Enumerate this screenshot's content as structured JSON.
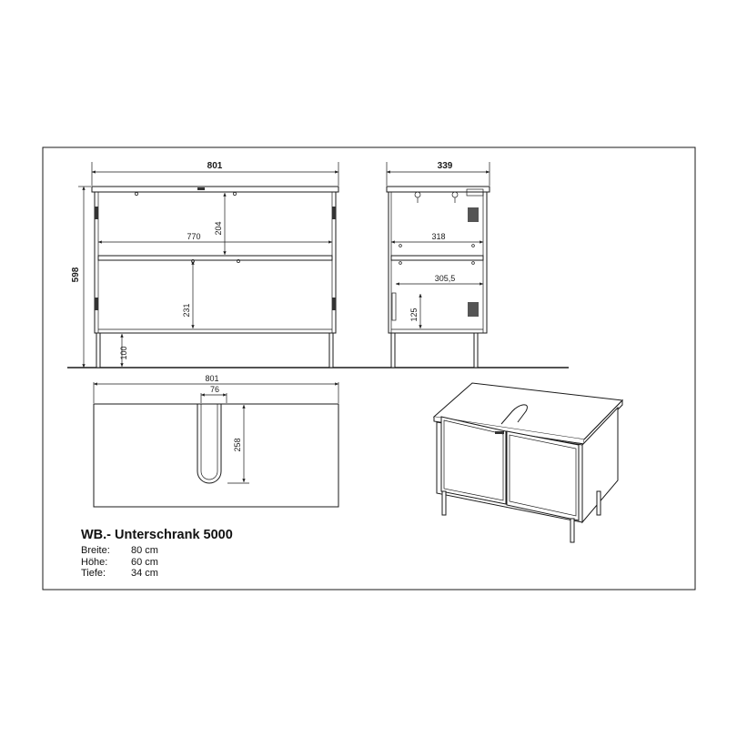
{
  "product": {
    "title": "WB.- Unterschrank 5000",
    "specs": [
      {
        "label": "Breite:",
        "value": "80 cm"
      },
      {
        "label": "Höhe:",
        "value": "60 cm"
      },
      {
        "label": "Tiefe:",
        "value": "34 cm"
      }
    ]
  },
  "front_view": {
    "width": "801",
    "height": "598",
    "inner_width": "770",
    "upper_compartment": "204",
    "lower_compartment": "231",
    "leg_height": "100"
  },
  "side_view": {
    "depth": "339",
    "shelf_depth": "318",
    "bottom_depth": "305,5",
    "hinge_height": "125"
  },
  "top_view": {
    "width": "801",
    "cutout_width": "76",
    "cutout_depth": "258"
  }
}
